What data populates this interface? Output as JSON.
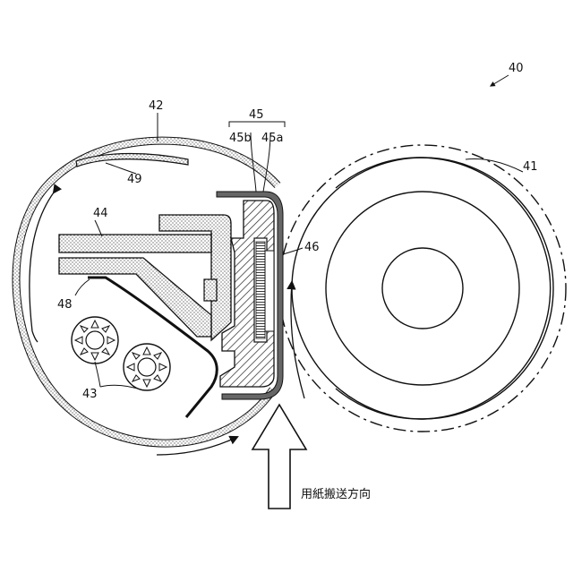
{
  "labels": {
    "device": "40",
    "pressure_roller": "41",
    "fixing_belt": "42",
    "heater": "43",
    "support_member": "44",
    "pad_unit": "45",
    "pad_b": "45b",
    "pad_a": "45a",
    "sliding_sheet": "46",
    "guide_plate": "48",
    "belt_guide": "49"
  },
  "caption": "用紙搬送方向"
}
